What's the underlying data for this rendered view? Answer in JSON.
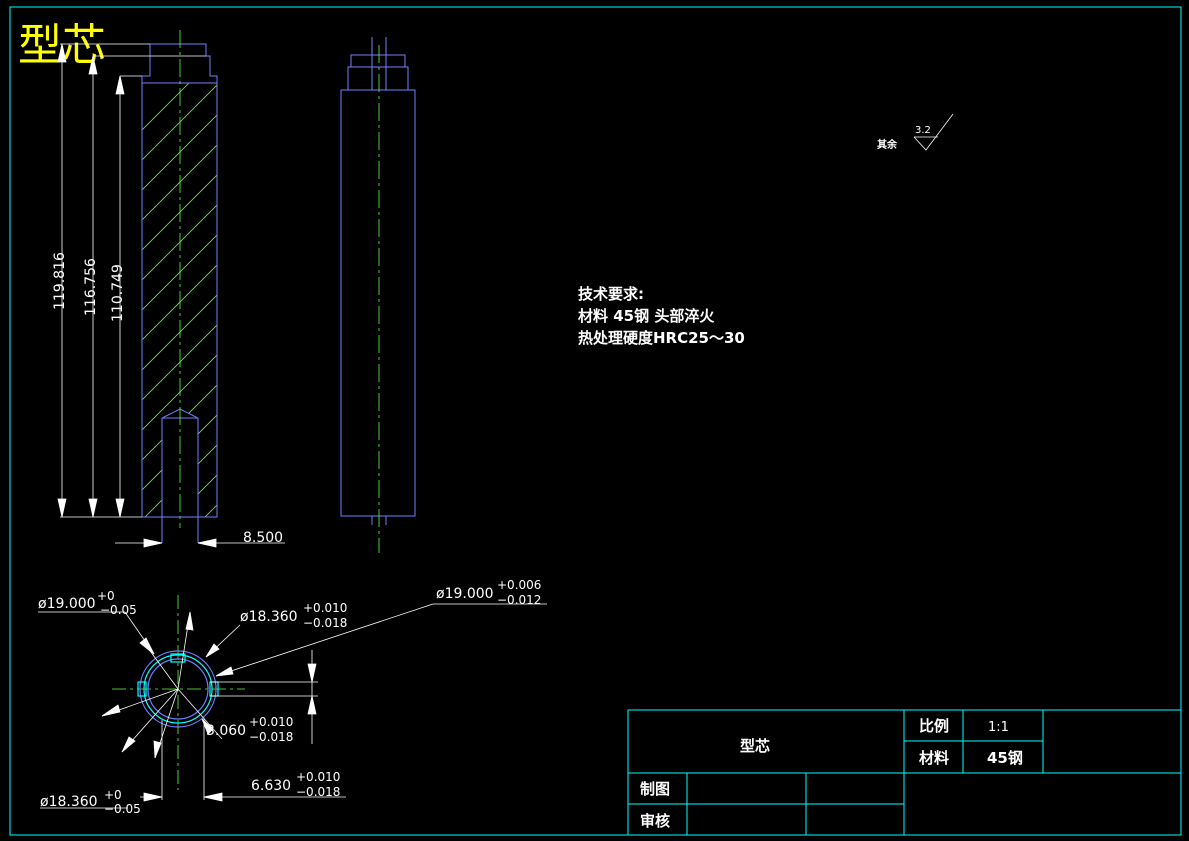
{
  "title": "型芯",
  "dimensions": {
    "h1": "119.816",
    "h2": "116.756",
    "h3": "110.749",
    "width": "8.500"
  },
  "surface": {
    "label": "其余",
    "roughness": "3.2"
  },
  "tech": {
    "heading": "技术要求:",
    "line1": "材料  45钢  头部淬火",
    "line2": "热处理硬度HRC25～30"
  },
  "section_dims": {
    "d1": {
      "base": "ø19.000",
      "upper": "+0",
      "lower": "−0.05"
    },
    "d2": {
      "base": "ø18.360",
      "upper": "+0.010",
      "lower": "−0.018"
    },
    "d3": {
      "base": "ø19.000",
      "upper": "+0.006",
      "lower": "−0.012"
    },
    "d4": {
      "base": "3.060",
      "upper": "+0.010",
      "lower": "−0.018"
    },
    "d5": {
      "base": "6.630",
      "upper": "+0.010",
      "lower": "−0.018"
    },
    "d6": {
      "base": "ø18.360",
      "upper": "+0",
      "lower": "−0.05"
    }
  },
  "title_block": {
    "part_name": "型芯",
    "scale_label": "比例",
    "scale_value": "1:1",
    "material_label": "材料",
    "material_value": "45钢",
    "drawn_label": "制图",
    "review_label": "审核"
  },
  "colors": {
    "background": "#000000",
    "border": "#00ffff",
    "outline": "#6f7fff",
    "centerline": "#00ff00",
    "hatch": "#60ff40",
    "dimension": "#ffffff",
    "title": "#ffff00"
  }
}
